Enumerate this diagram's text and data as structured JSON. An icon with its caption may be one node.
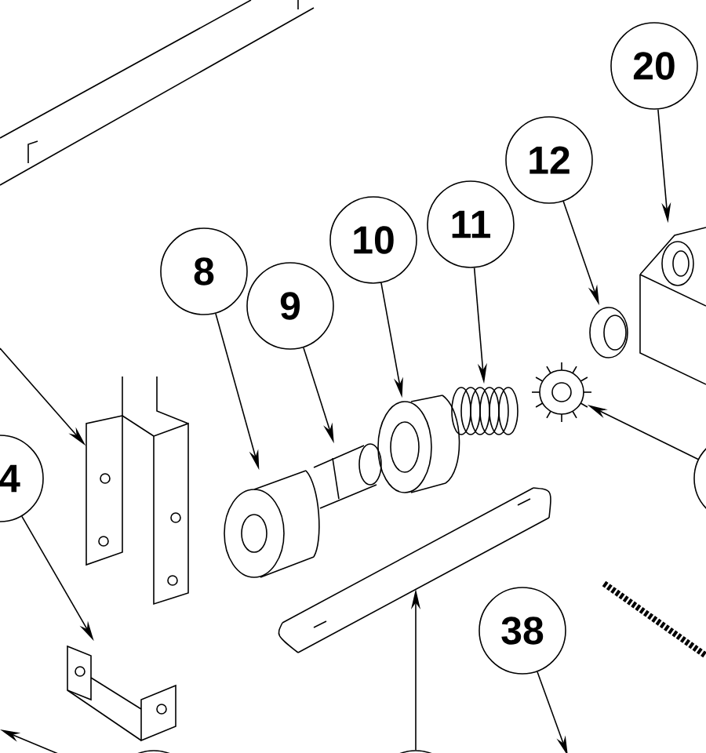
{
  "diagram": {
    "nodes": [
      {
        "text": [
          "20"
        ]
      },
      {
        "text": [
          "12"
        ]
      },
      {
        "text": [
          "11"
        ]
      },
      {
        "text": [
          "10"
        ]
      },
      {
        "text": [
          "9"
        ]
      },
      {
        "text": [
          "8"
        ]
      },
      {
        "text": [
          "4"
        ]
      },
      {
        "text": [
          "38"
        ]
      },
      {
        "text": [],
        "shape": "circle"
      },
      {
        "text": [],
        "shape": "circle"
      },
      {
        "text": [],
        "shape": "picture"
      },
      {
        "text": [],
        "shape": "picture"
      },
      {
        "text": [],
        "shape": "picture"
      },
      {
        "text": [],
        "shape": "picture"
      },
      {
        "text": [],
        "shape": "picture"
      },
      {
        "text": [],
        "shape": "picture"
      },
      {
        "text": [],
        "shape": "picture"
      },
      {
        "text": [],
        "shape": "picture"
      },
      {
        "text": [],
        "shape": "picture"
      },
      {
        "text": [],
        "shape": "picture"
      },
      {
        "text": [],
        "shape": "circle"
      }
    ],
    "edges": [
      {
        "from": 0,
        "to": 10,
        "arrow": "to"
      },
      {
        "from": 1,
        "to": 11,
        "arrow": "to"
      },
      {
        "from": 2,
        "to": 12,
        "arrow": "to"
      },
      {
        "from": 3,
        "to": 13,
        "arrow": "to"
      },
      {
        "from": 4,
        "to": 15,
        "arrow": "to"
      },
      {
        "from": 5,
        "to": 16,
        "arrow": "to"
      },
      {
        "from": 6,
        "to": 18,
        "arrow": "to"
      },
      {
        "from": 7,
        "to": null,
        "arrow": "to"
      },
      {
        "from": 8,
        "to": 14,
        "arrow": "to"
      },
      {
        "from": 9,
        "to": 19,
        "arrow": "to"
      },
      {
        "from": null,
        "to": 17,
        "arrow": "to"
      },
      {
        "from": 20,
        "to": null,
        "arrow": "to"
      }
    ]
  }
}
